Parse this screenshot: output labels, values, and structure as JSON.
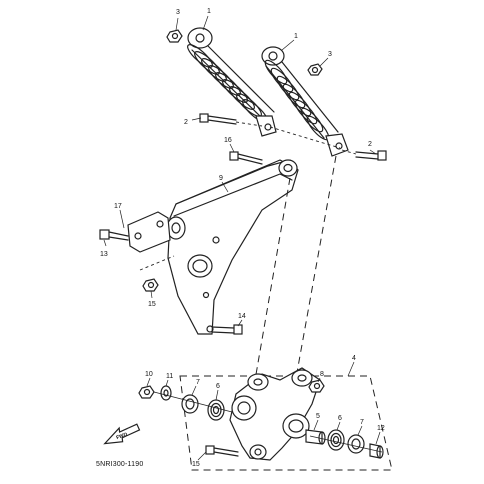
{
  "diagram": {
    "callouts": {
      "c1a": "1",
      "c1b": "1",
      "c2a": "2",
      "c2b": "2",
      "c3a": "3",
      "c3b": "3",
      "c4": "4",
      "c5": "5",
      "c6a": "6",
      "c6b": "6",
      "c7a": "7",
      "c7b": "7",
      "c8": "8",
      "c9": "9",
      "c10": "10",
      "c11": "11",
      "c12": "12",
      "c13": "13",
      "c14": "14",
      "c15a": "15",
      "c15b": "15",
      "c16": "16",
      "c17": "17"
    },
    "drawing_code": "5NRI300-1190",
    "arrow_badge": "FWD"
  }
}
